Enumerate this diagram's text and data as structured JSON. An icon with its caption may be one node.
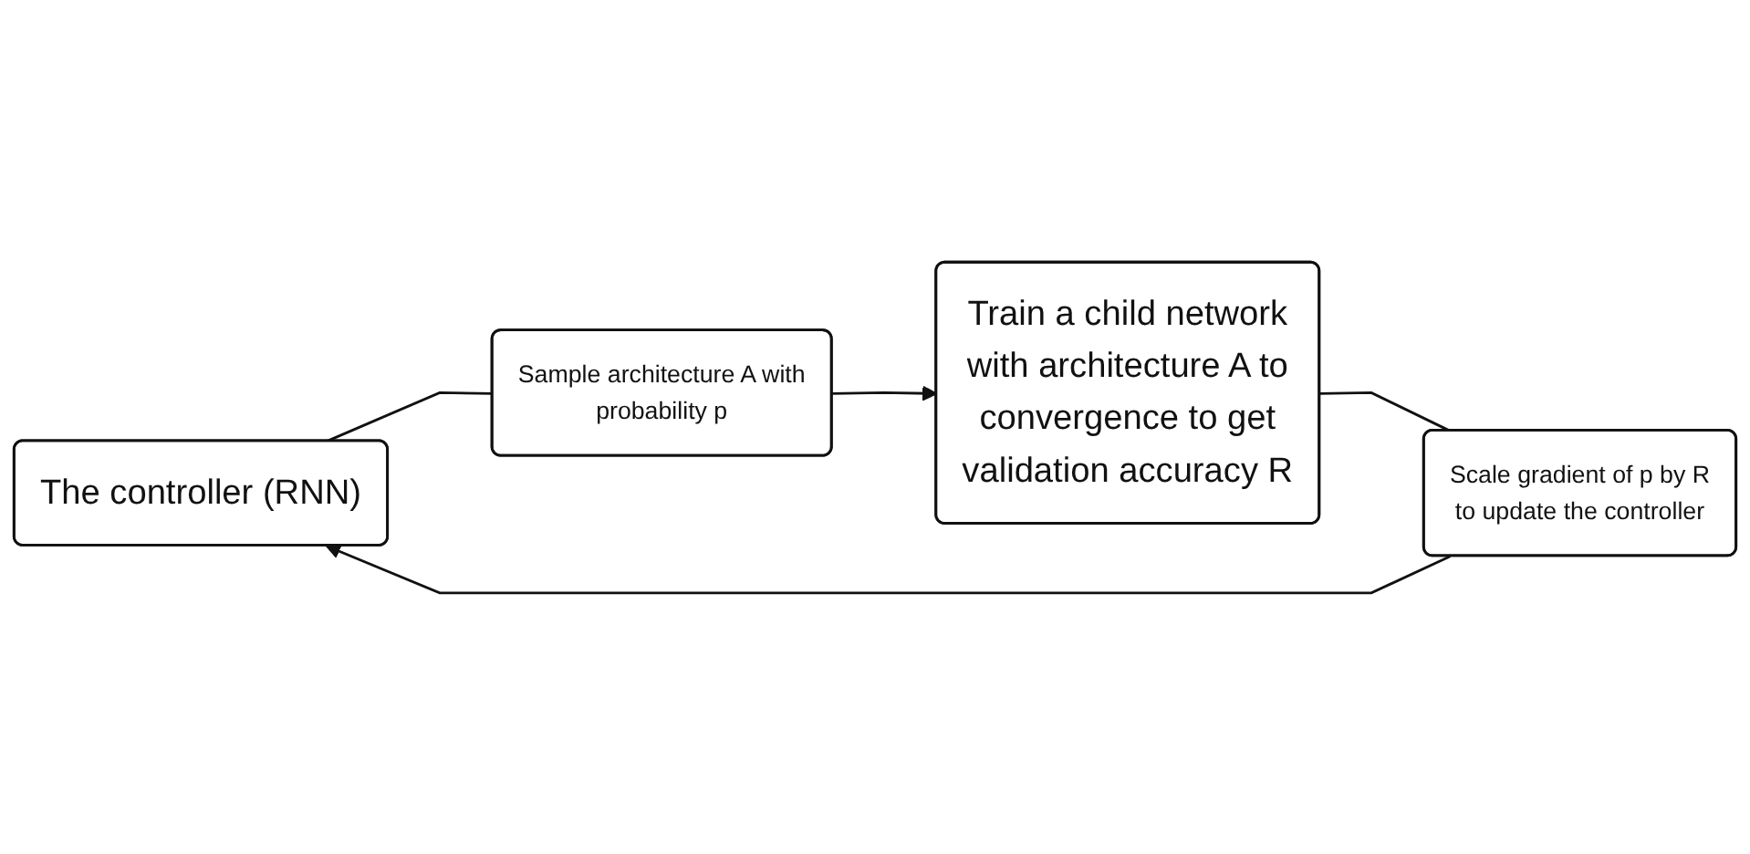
{
  "diagram": {
    "nodes": [
      {
        "text": [
          "The controller (RNN)"
        ]
      },
      {
        "text": [
          "Sample architecture A with probability p"
        ]
      },
      {
        "text": [
          "Train a child network with architecture A to convergence to get validation accuracy R"
        ]
      },
      {
        "text": [
          "Scale gradient of p by R to update the controller"
        ]
      }
    ],
    "edges": [
      {
        "from": 0,
        "to": 1,
        "arrow": "none"
      },
      {
        "from": 1,
        "to": 2,
        "arrow": "to"
      },
      {
        "from": 2,
        "to": 3,
        "arrow": "none"
      },
      {
        "from": 3,
        "to": 0,
        "arrow": "to"
      }
    ]
  }
}
